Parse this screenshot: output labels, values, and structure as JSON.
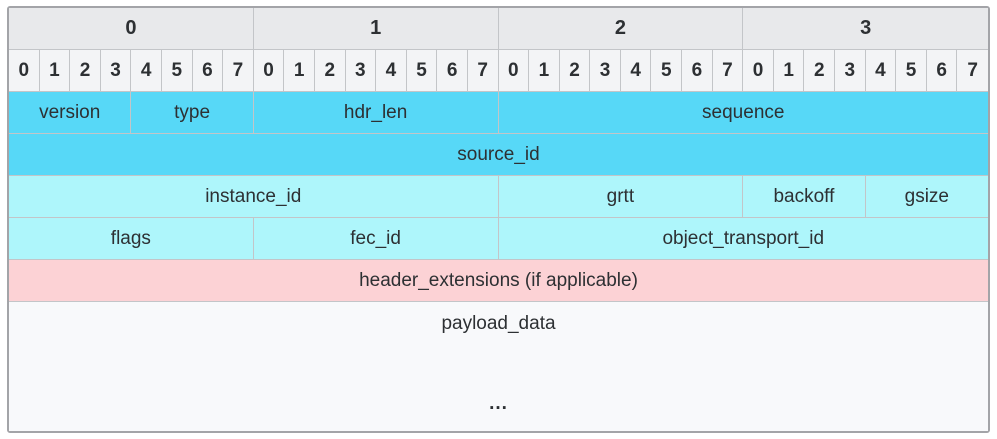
{
  "diagram": {
    "byte_header": [
      "0",
      "1",
      "2",
      "3"
    ],
    "bit_header": [
      "0",
      "1",
      "2",
      "3",
      "4",
      "5",
      "6",
      "7",
      "0",
      "1",
      "2",
      "3",
      "4",
      "5",
      "6",
      "7",
      "0",
      "1",
      "2",
      "3",
      "4",
      "5",
      "6",
      "7",
      "0",
      "1",
      "2",
      "3",
      "4",
      "5",
      "6",
      "7"
    ],
    "rows": [
      {
        "name": "word0-fields-row",
        "color_key": "primary",
        "cells": [
          {
            "label": "version",
            "bits": 4
          },
          {
            "label": "type",
            "bits": 4
          },
          {
            "label": "hdr_len",
            "bits": 8
          },
          {
            "label": "sequence",
            "bits": 16
          }
        ]
      },
      {
        "name": "source-id-row",
        "color_key": "primary",
        "cells": [
          {
            "label": "source_id",
            "bits": 32
          }
        ]
      },
      {
        "name": "instance-grtt-backoff-gsize-row",
        "color_key": "secondary",
        "cells": [
          {
            "label": "instance_id",
            "bits": 16
          },
          {
            "label": "grtt",
            "bits": 8
          },
          {
            "label": "backoff",
            "bits": 4
          },
          {
            "label": "gsize",
            "bits": 4
          }
        ]
      },
      {
        "name": "flags-fecid-transport-row",
        "color_key": "secondary",
        "cells": [
          {
            "label": "flags",
            "bits": 8
          },
          {
            "label": "fec_id",
            "bits": 8
          },
          {
            "label": "object_transport_id",
            "bits": 16
          }
        ]
      },
      {
        "name": "header-extensions-row",
        "color_key": "extension",
        "cells": [
          {
            "label": "header_extensions (if applicable)",
            "bits": 32
          }
        ]
      }
    ],
    "payload": {
      "label": "payload_data",
      "ellipsis": "..."
    },
    "colors": {
      "primary": "#57d8f7",
      "secondary": "#aef6fb",
      "extension": "#fcd2d5",
      "header_bg": "#e8e9eb",
      "bit_bg": "#f3f4f6",
      "payload_bg": "#f8f9fb"
    }
  }
}
